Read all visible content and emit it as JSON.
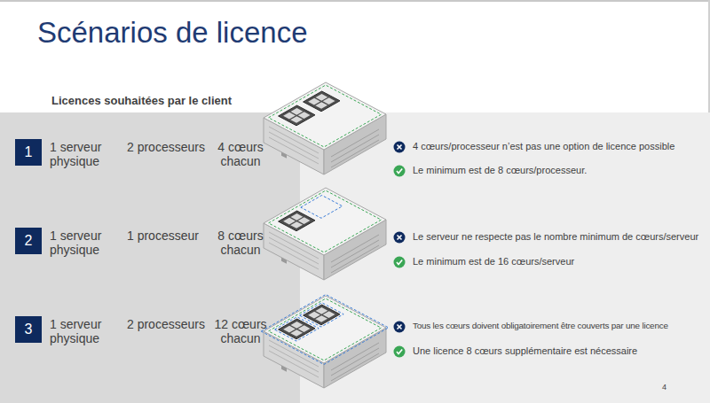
{
  "diagram": {
    "title": "Scénarios de licence",
    "nodes": [
      {
        "text": [
          "1"
        ]
      },
      {
        "text": [
          "2"
        ]
      },
      {
        "text": [
          "3"
        ]
      }
    ],
    "labels": [
      "Licences souhaitées par le client",
      "1 serveur physique",
      "2 processeurs",
      "4 cœurs chacun",
      "4 cœurs/processeur n’est pas une option de licence possible",
      "Le minimum est de 8 cœurs/processeur.",
      "1 serveur physique",
      "1 processeur",
      "8 cœurs chacun",
      "Le serveur ne respecte pas le nombre minimum de cœurs/serveur",
      "Le minimum est de 16 cœurs/serveur",
      "1 serveur physique",
      "2 processeurs",
      "12 cœurs chacun",
      "Tous les cœurs doivent obligatoirement être couverts par une licence",
      "Une licence 8 cœurs supplémentaire est nécessaire",
      "4"
    ]
  }
}
